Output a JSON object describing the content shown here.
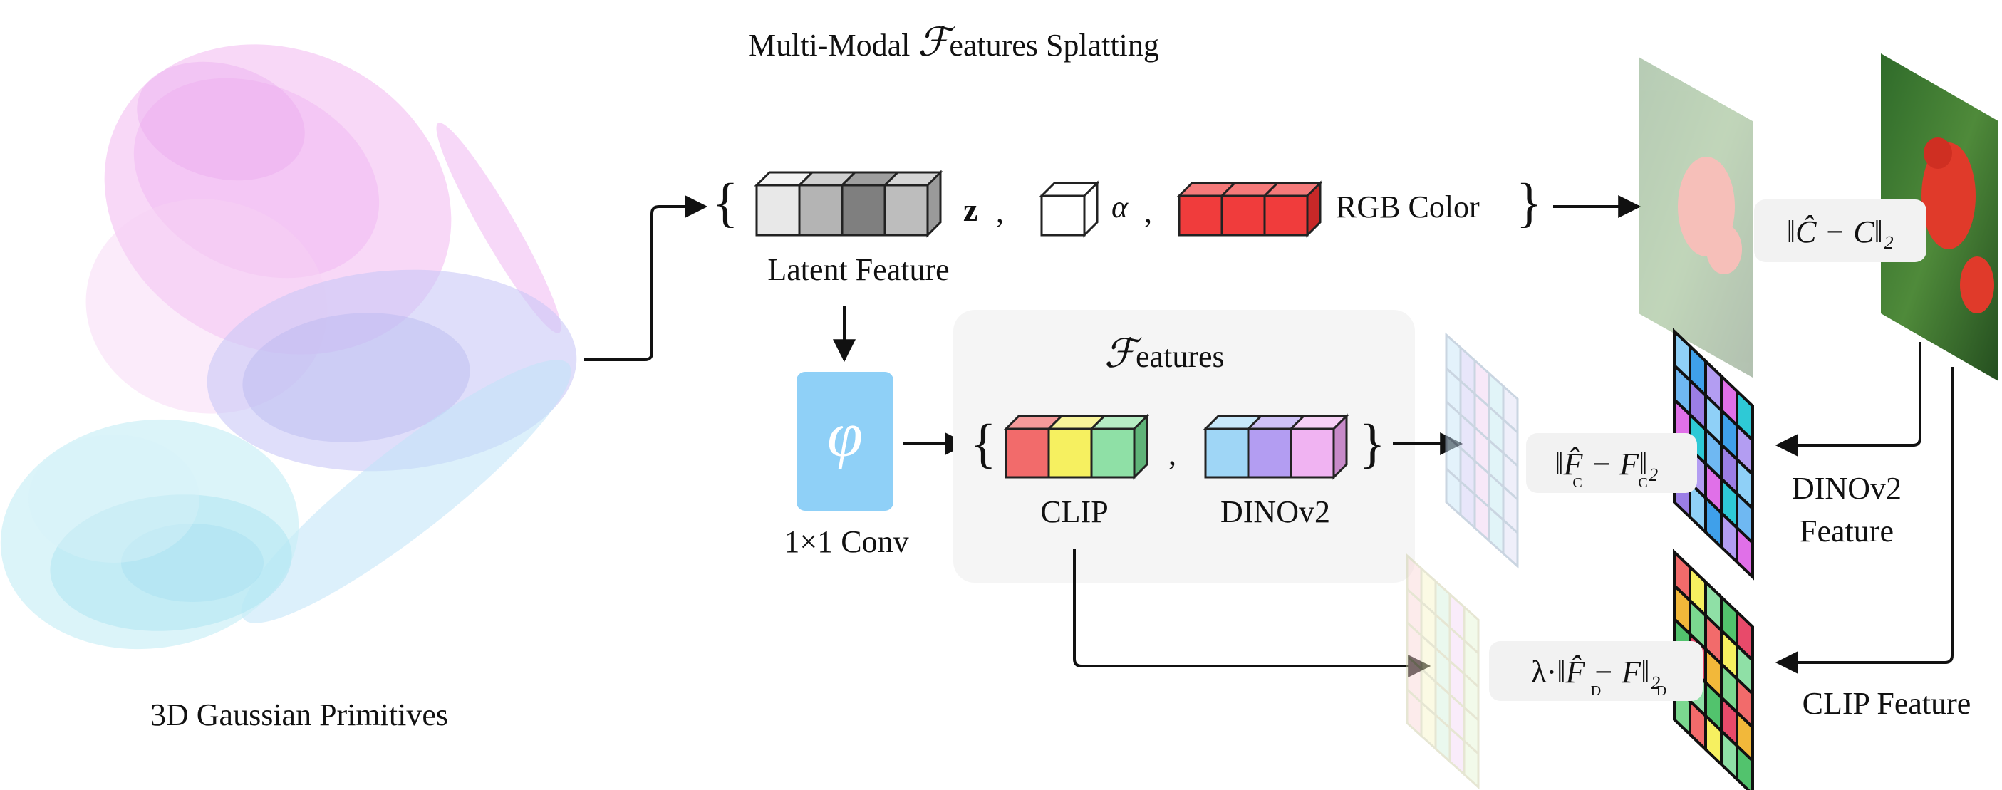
{
  "title": {
    "prefix": "Multi-Modal ",
    "script_letter": "ℱ",
    "suffix": "eatures Splatting"
  },
  "gaussians": {
    "caption": "3D Gaussian Primitives"
  },
  "latent_row": {
    "z_label": "z",
    "alpha_label": "α",
    "rgb_label": "RGB Color",
    "latent_caption": "Latent Feature",
    "comma": ","
  },
  "conv": {
    "symbol": "φ",
    "caption": "1×1 Conv"
  },
  "features_panel": {
    "script_letter": "ℱ",
    "suffix": "eatures",
    "clip_label": "CLIP",
    "dino_label": "DINOv2",
    "comma": ","
  },
  "losses": {
    "rgb": "‖Ĉ − C‖₂",
    "clip": "‖F̂ − F‖₂",
    "clip_subscript": "C",
    "dino_prefix": "λ·",
    "dino": "‖F̂ − F‖₂",
    "dino_subscript": "D"
  },
  "right_labels": {
    "dino_feature_line1": "DINOv2",
    "dino_feature_line2": "Feature",
    "clip_feature": "CLIP Feature"
  },
  "colors": {
    "clip_cubes": [
      "#f26b6b",
      "#f6f060",
      "#8fe0a6"
    ],
    "dino_cubes": [
      "#9fd6f6",
      "#b39df2",
      "#f0b3f2"
    ],
    "latent_cubes": [
      "#e8e8e8",
      "#b4b4b4",
      "#7f7f7f",
      "#bdbdbd"
    ],
    "rgb_cubes": [
      "#f03c3c",
      "#f03c3c",
      "#f03c3c"
    ],
    "conv_box": "#8fd0f7",
    "panel_bg": "#f5f5f5"
  }
}
